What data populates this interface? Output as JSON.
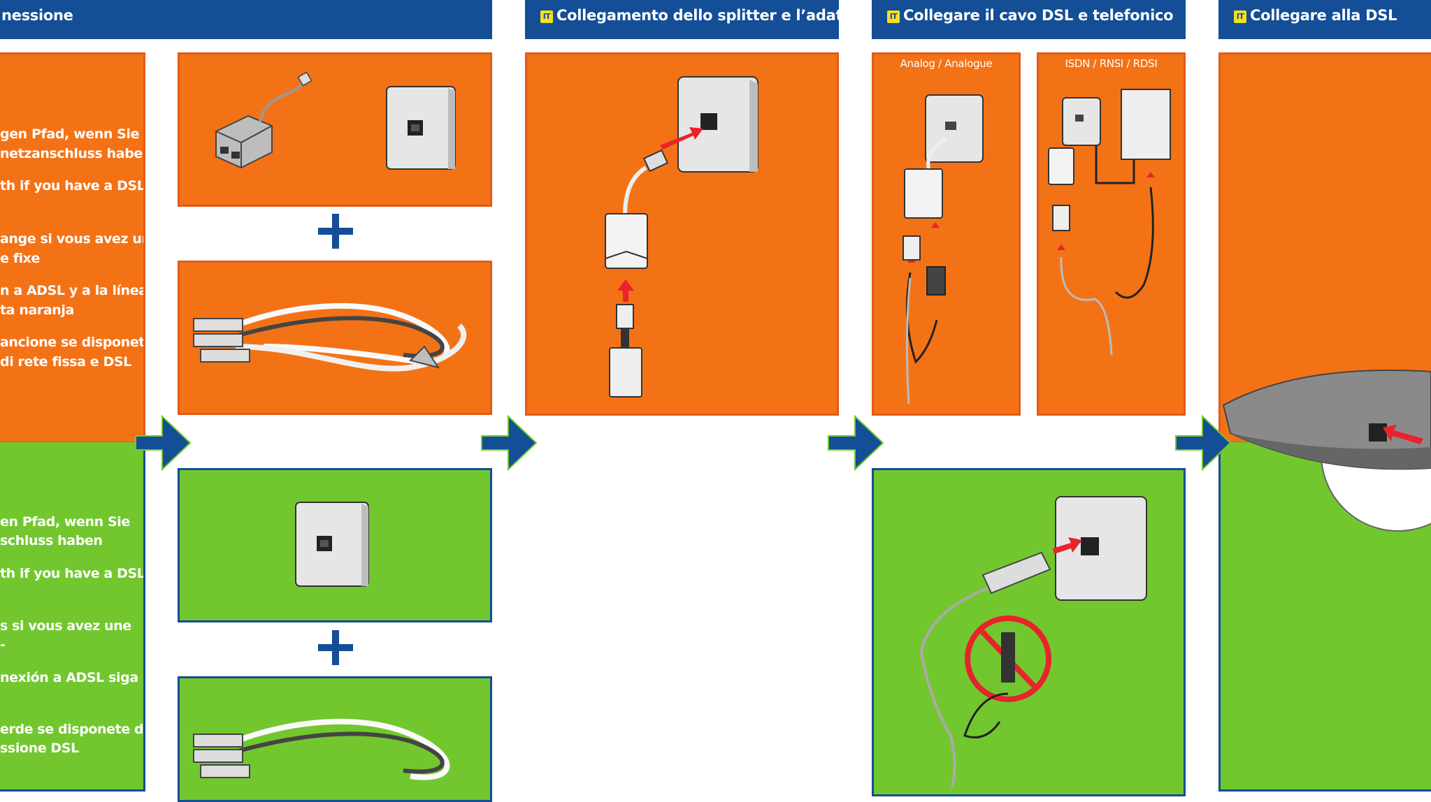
{
  "headers": {
    "h1": "nessione",
    "h2": "Collegamento dello splitter e l’adattatore",
    "h3": "Collegare il cavo DSL e telefonico",
    "h4": "Collegare alla DSL",
    "lang_badge": "IT"
  },
  "orange_text": {
    "l1": "gen Pfad, wenn Sie",
    "l2": "netzanschluss haben",
    "l3": "th if you have a DSL",
    "l4": "ange si vous avez une",
    "l5": "e fixe",
    "l6": "n a ADSL y a la línea",
    "l7": "ta naranja",
    "l8": "ancione se disponete",
    "l9": "di rete fissa e DSL"
  },
  "green_text": {
    "l1": "en Pfad, wenn Sie",
    "l2": "schluss haben",
    "l3": "th if you have a DSL",
    "l4": "s si vous avez une",
    "l5": "-",
    "l6": "nexión a ADSL siga la",
    "l7": "erde se disponete di",
    "l8": "ssione DSL"
  },
  "subtitles": {
    "analog": "Analog / Analogue",
    "isdn": "ISDN / RNSI / RDSI"
  },
  "colors": {
    "header_blue": "#134e96",
    "orange": "#f47216",
    "green": "#72c72e",
    "arrow_blue": "#134e96",
    "badge_yellow": "#f5e020",
    "plug_red": "#e8232b"
  }
}
